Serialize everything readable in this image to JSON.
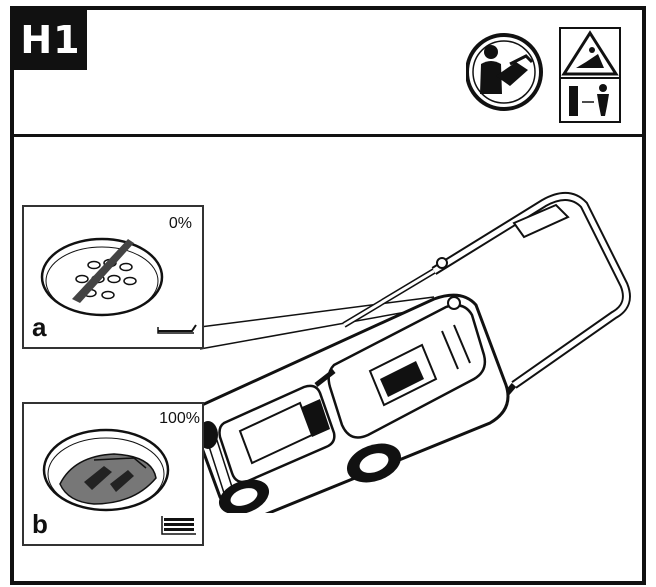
{
  "header": {
    "step_label": "H1",
    "icons": [
      "read-manual-icon",
      "warning-triangle-icon",
      "safety-distance-icon"
    ]
  },
  "callouts": [
    {
      "letter": "a",
      "percent": "0%",
      "icons": [
        "grass-bag-empty-icon",
        "fill-level-empty-icon"
      ]
    },
    {
      "letter": "b",
      "percent": "100%",
      "icons": [
        "grass-bag-full-icon",
        "fill-level-full-icon"
      ]
    }
  ],
  "illustration": {
    "icon": "lawn-mower-icon"
  }
}
